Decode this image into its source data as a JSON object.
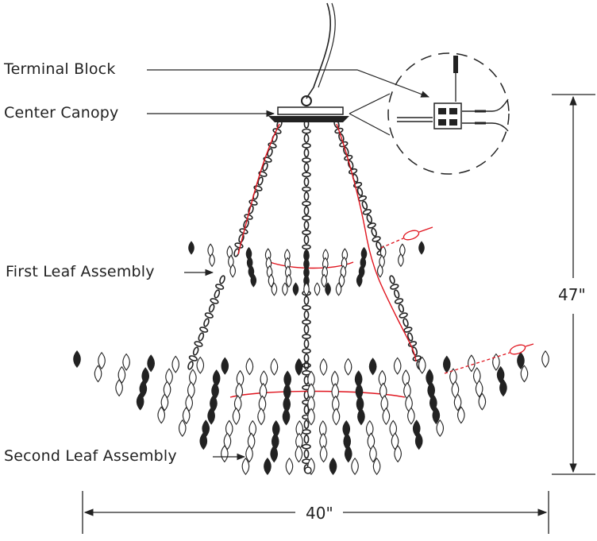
{
  "labels": {
    "terminal_block": "Terminal Block",
    "center_canopy": "Center Canopy",
    "first_leaf_assembly": "First Leaf Assembly",
    "second_leaf_assembly": "Second Leaf Assembly"
  },
  "dimensions": {
    "height": "47\"",
    "width": "40\""
  },
  "colors": {
    "line": "#222222",
    "wire": "#e0141e"
  }
}
